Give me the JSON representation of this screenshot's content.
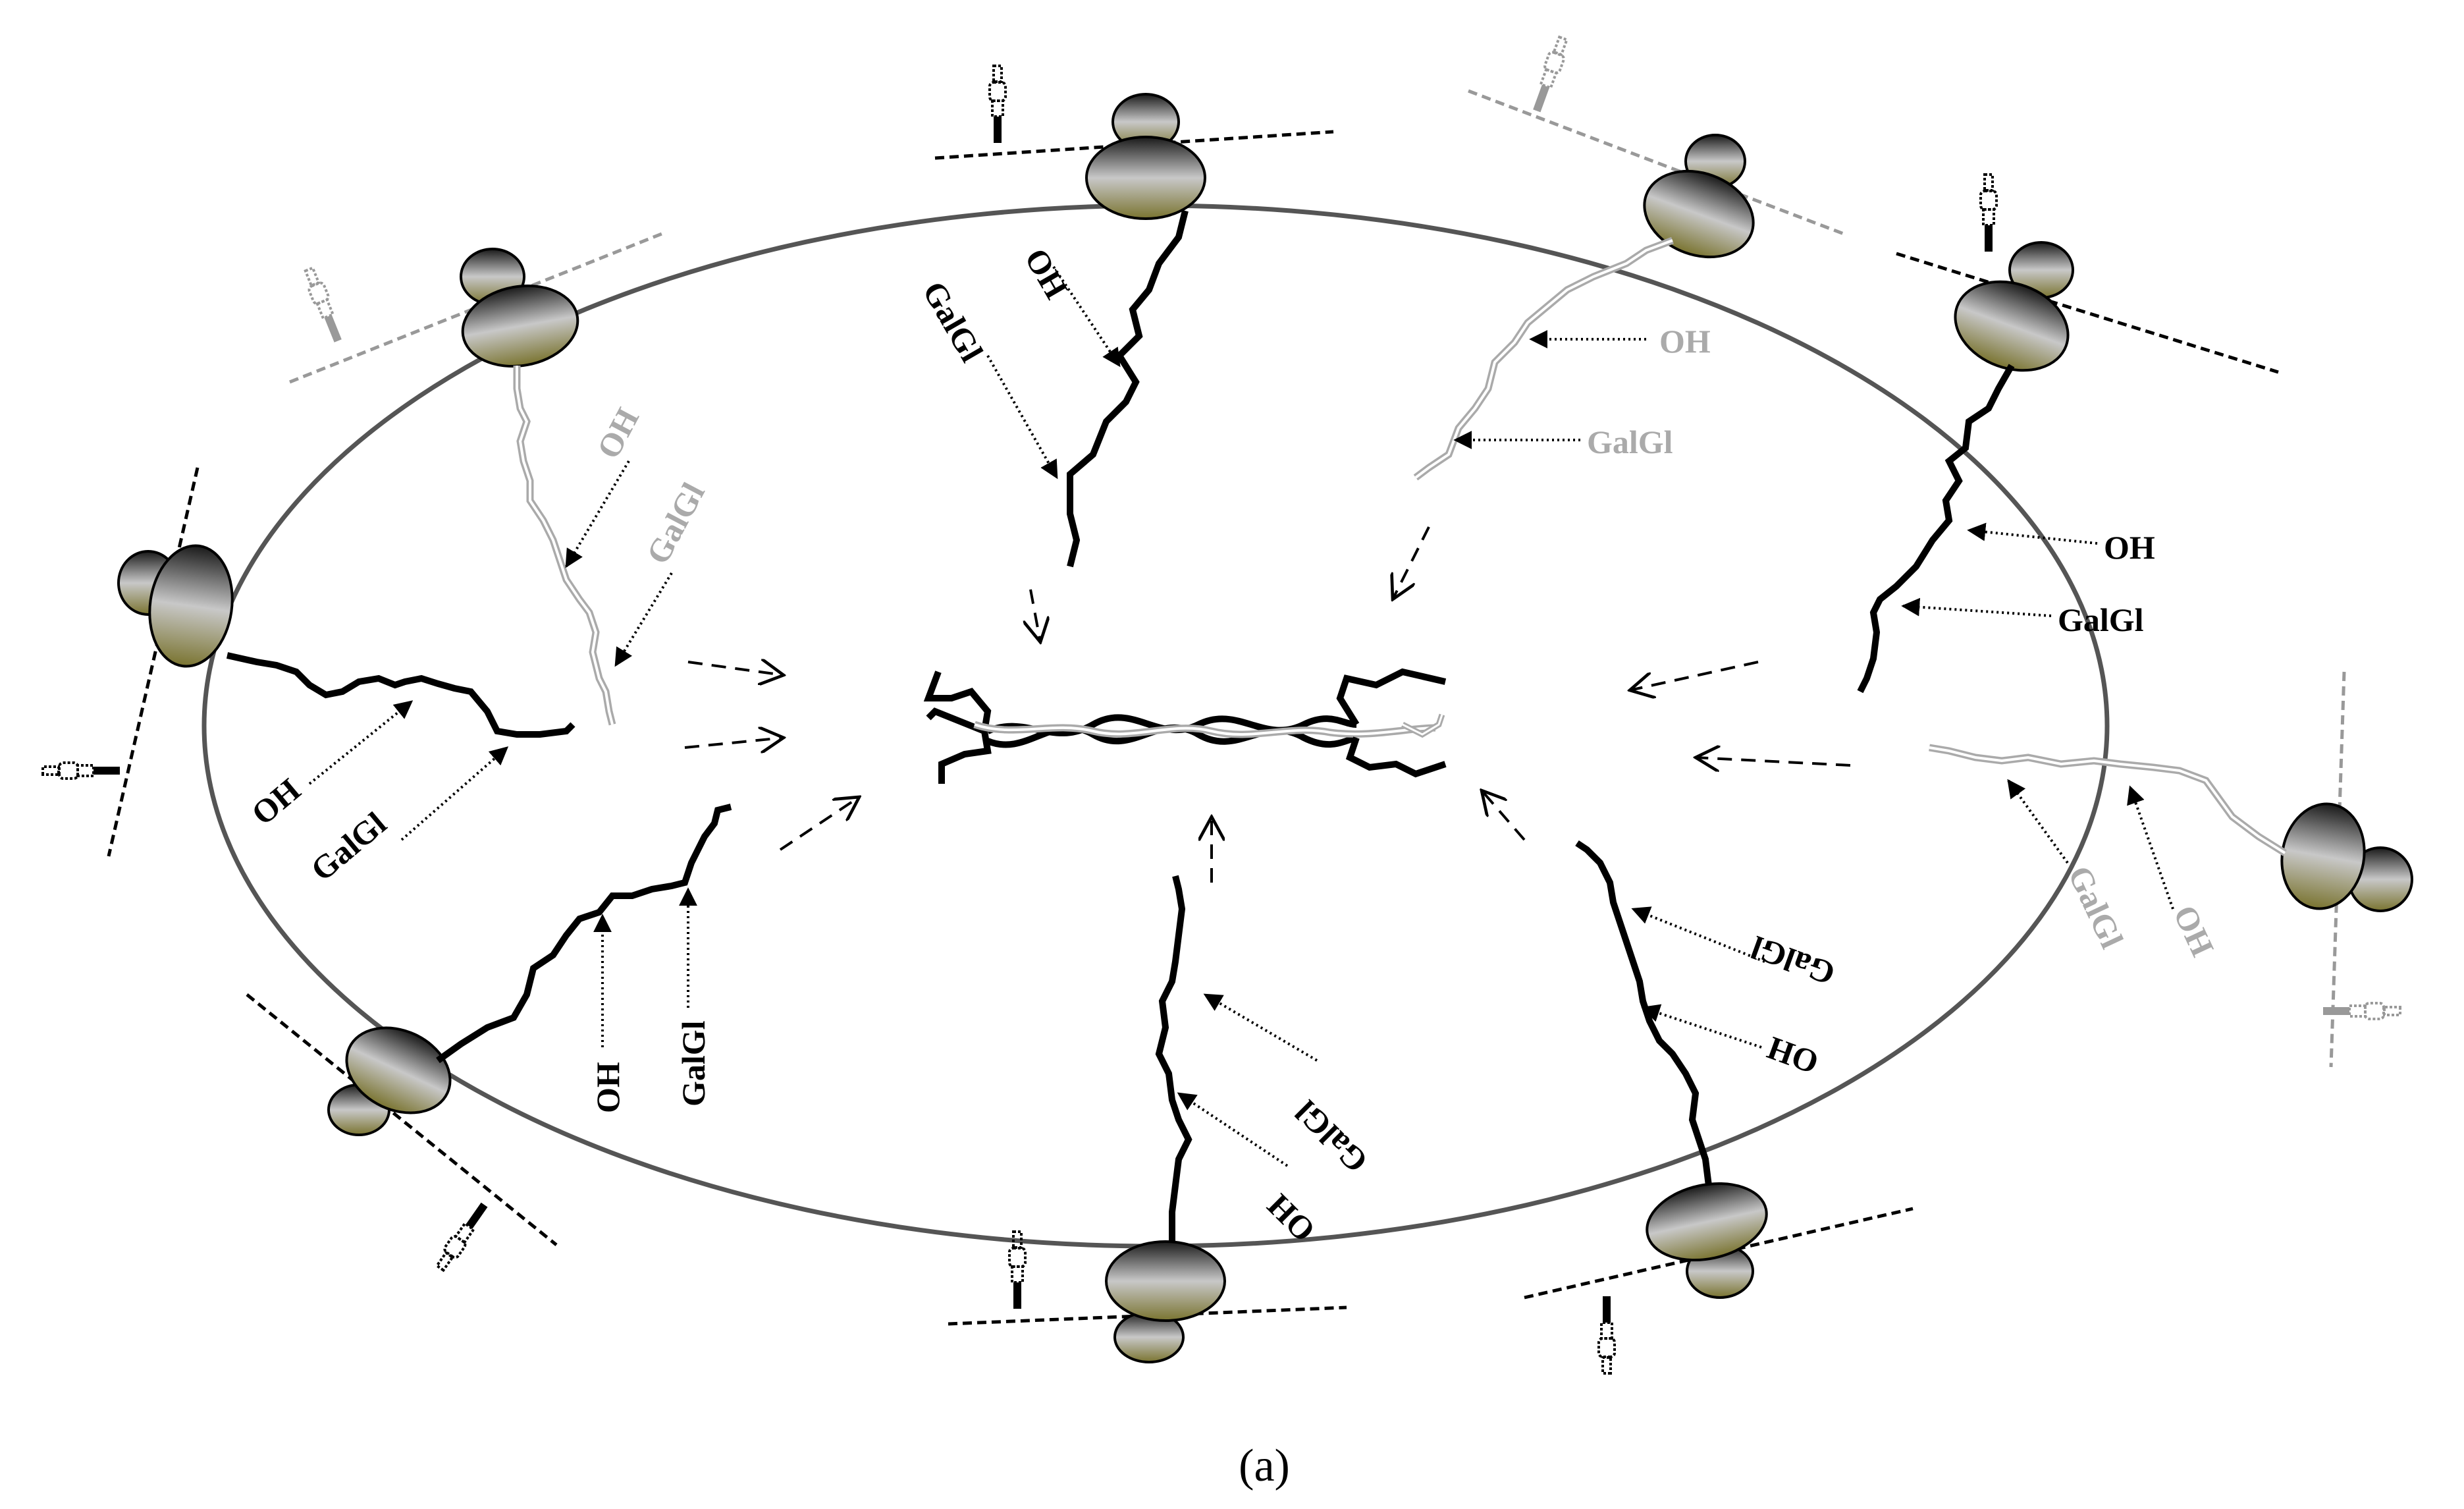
{
  "caption": "(a)",
  "labels": {
    "hydroxyl": "OH",
    "glycosylation": "GalGl"
  },
  "colors": {
    "ellipse_stroke": "#555555",
    "chain_dark": "#000000",
    "chain_light": "#b0b0b0",
    "label_dark": "#000000",
    "label_light": "#aaaaaa",
    "ribosome_top": "#1a1a1a",
    "ribosome_mid": "#c8c8c8",
    "ribosome_bottom": "#7a7430"
  },
  "icons": {
    "ribosome": "ribosome-ellipses",
    "mrna": "mrna-strand-dashed-line",
    "trna": "trna-cloverleaf-glyph",
    "arrow": "dashed-open-arrow"
  }
}
